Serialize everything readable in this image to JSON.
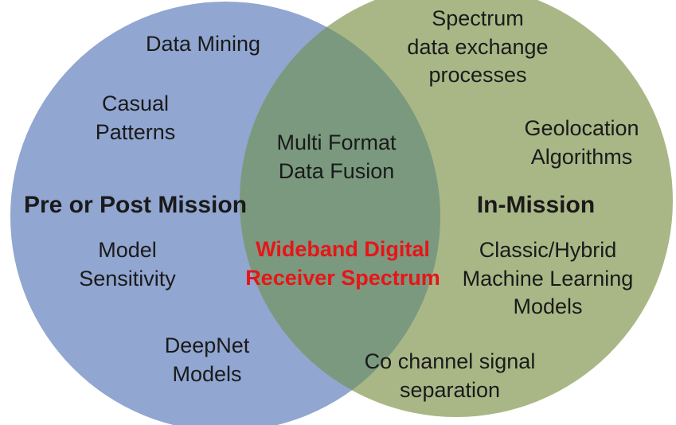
{
  "diagram": {
    "type": "venn",
    "left_circle": {
      "title": "Pre or Post Mission",
      "items": [
        "Data Mining",
        "Casual Patterns",
        "Model Sensitivity",
        "DeepNet Models"
      ]
    },
    "right_circle": {
      "title": "In-Mission",
      "items": [
        "Spectrum data exchange processes",
        "Geolocation Algorithms",
        "Classic/Hybrid Machine Learning Models",
        "Co channel signal separation"
      ]
    },
    "overlap": {
      "items": [
        "Multi Format Data Fusion"
      ],
      "highlight_item": "Wideband Digital Receiver Spectrum"
    }
  },
  "labels": {
    "data_mining": "Data Mining",
    "casual_patterns": "Casual\nPatterns",
    "pre_post_title": "Pre or Post Mission",
    "model_sensitivity": "Model\nSensitivity",
    "deepnet_models": "DeepNet\nModels",
    "multi_format": "Multi Format\nData Fusion",
    "wideband": "Wideband Digital\nReceiver Spectrum",
    "spectrum_exchange": "Spectrum\ndata exchange\nprocesses",
    "geolocation": "Geolocation\nAlgorithms",
    "in_mission_title": "In-Mission",
    "classic_hybrid": "Classic/Hybrid\nMachine Learning\nModels",
    "co_channel": "Co channel signal\nseparation"
  },
  "colors": {
    "left_circle": "#91a6d1",
    "right_circle": "#a9b787",
    "overlap": "#7a997f",
    "highlight_text": "#e81417",
    "text": "#1a1a1a",
    "background": "#ffffff"
  }
}
